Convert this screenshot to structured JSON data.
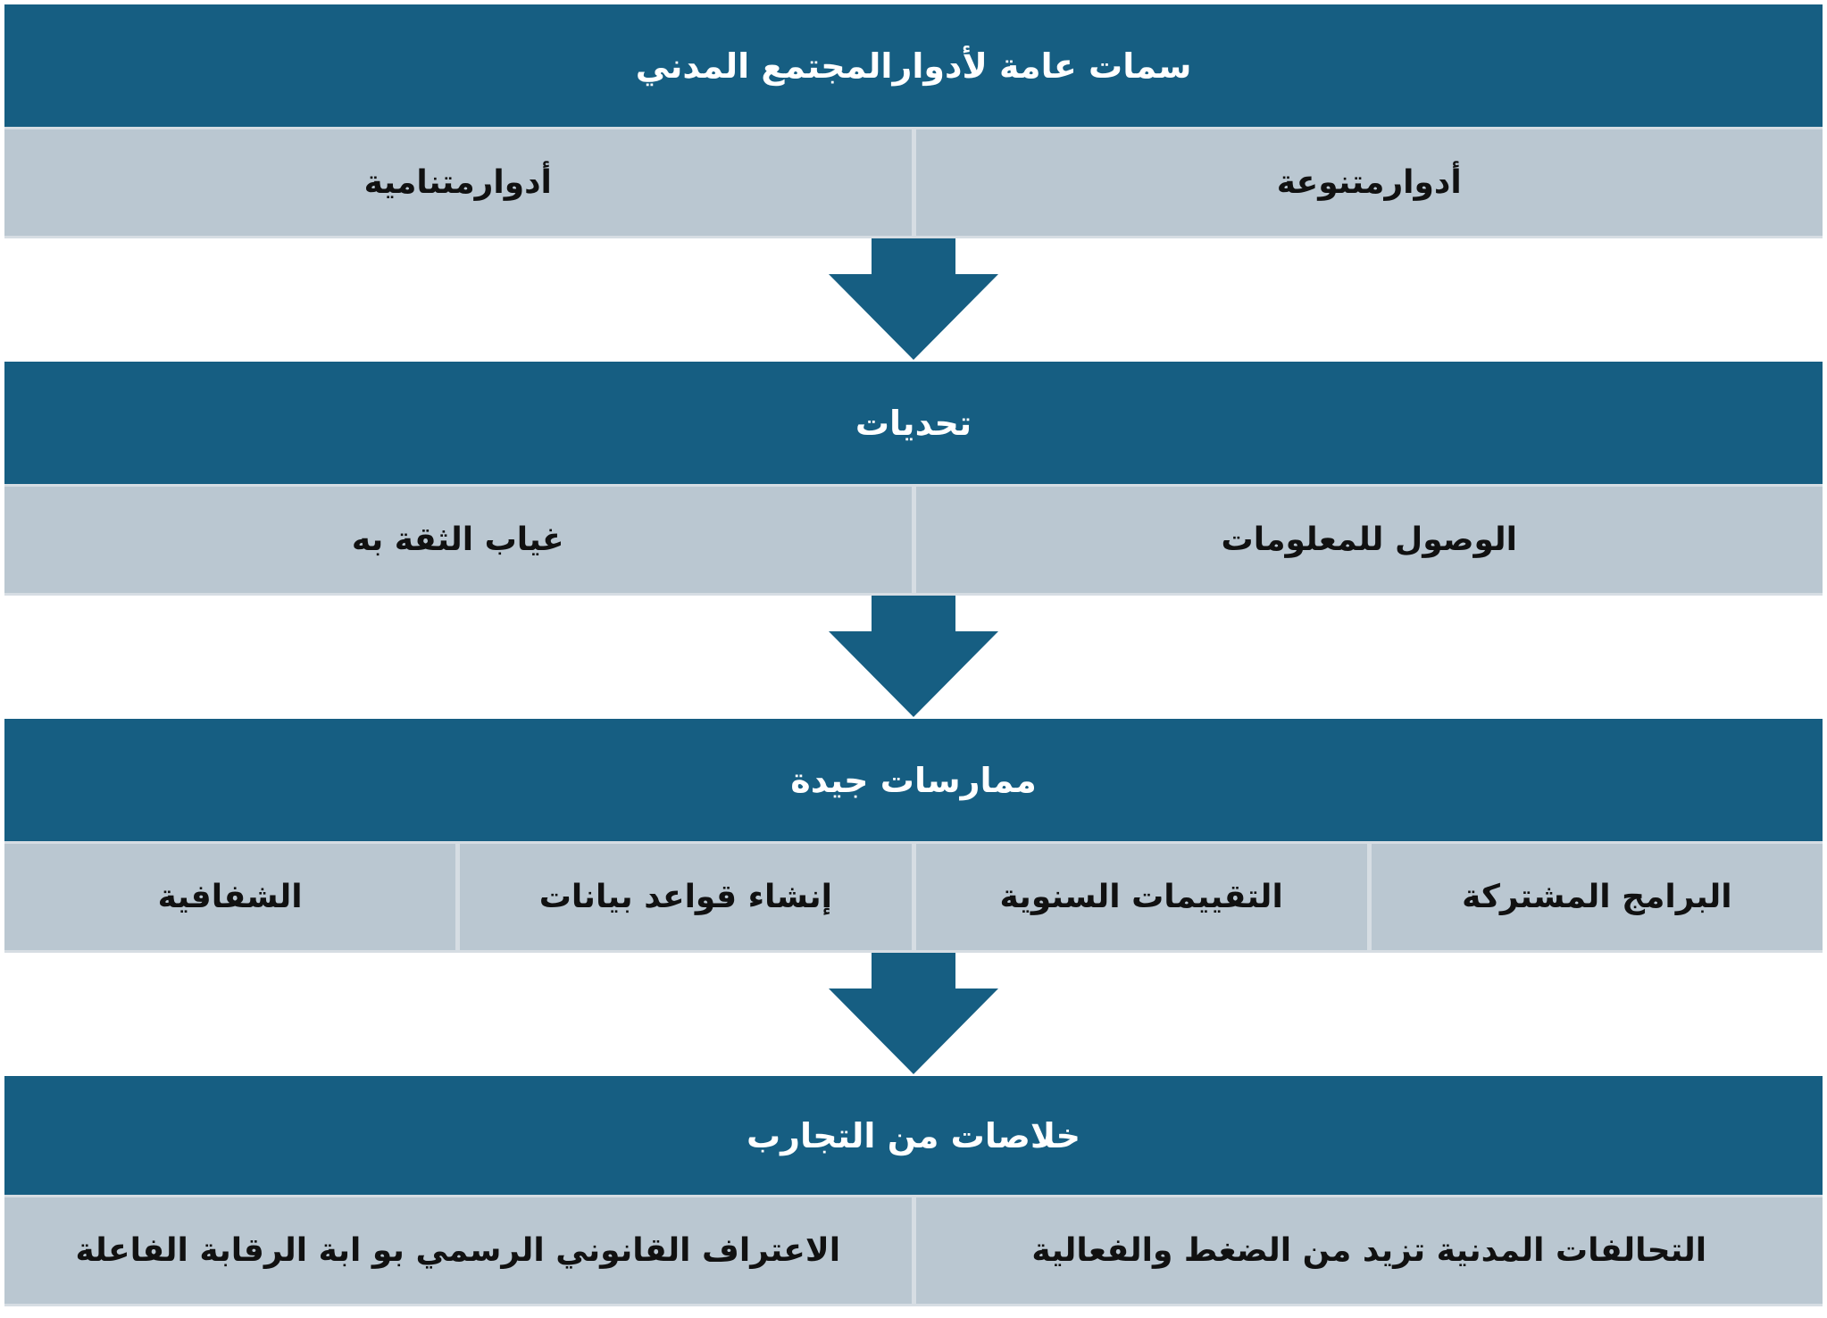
{
  "colors": {
    "header_bg": "#165e82",
    "cell_bg": "#bac7d1",
    "arrow": "#165e82"
  },
  "sections": [
    {
      "title": "سمات عامة لأدوارالمجتمع المدني",
      "items": [
        "أدوارمتنوعة",
        "أدوارمتنامية"
      ]
    },
    {
      "title": "تحديات",
      "items": [
        "الوصول للمعلومات",
        "غياب الثقة به"
      ]
    },
    {
      "title": "ممارسات جيدة",
      "items": [
        "البرامج المشتركة",
        "التقييمات السنوية",
        "إنشاء قواعد بيانات",
        "الشفافية"
      ]
    },
    {
      "title": "خلاصات من التجارب",
      "items": [
        "التحالفات المدنية تزيد من الضغط والفعالية",
        "الاعتراف القانوني الرسمي بو ابة الرقابة الفاعلة"
      ]
    }
  ]
}
